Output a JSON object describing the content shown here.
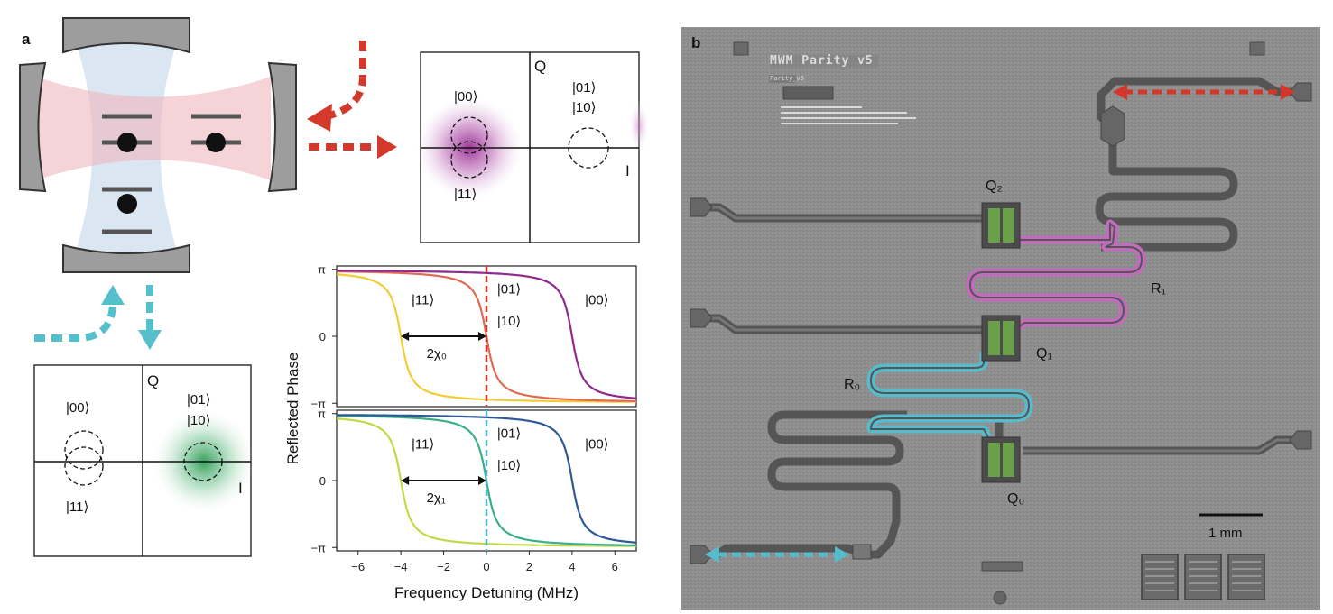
{
  "panels": {
    "a": {
      "label": "a"
    },
    "b": {
      "label": "b"
    }
  },
  "iq_top": {
    "axis_q": "Q",
    "axis_i": "I",
    "state_00": "|00⟩",
    "state_01": "|01⟩",
    "state_10": "|10⟩",
    "state_11": "|11⟩",
    "glow_color": "#a0309a"
  },
  "iq_bottom": {
    "axis_q": "Q",
    "axis_i": "I",
    "state_00": "|00⟩",
    "state_01": "|01⟩",
    "state_10": "|10⟩",
    "state_11": "|11⟩",
    "glow_color": "#2ea05a"
  },
  "arrows": {
    "red": "#d33a2c",
    "cyan": "#56bfcc"
  },
  "chart_data": [
    {
      "type": "line",
      "xlim": [
        -7,
        7
      ],
      "ylim": [
        -3.3,
        3.3
      ],
      "yticks": [
        "π",
        "0",
        "−π"
      ],
      "series": [
        {
          "name": "|11⟩",
          "color": "#f2cc35",
          "center": -4,
          "sign": -1
        },
        {
          "name": "|01⟩ |10⟩",
          "color": "#e06a52",
          "center": 0,
          "sign": -1
        },
        {
          "name": "|00⟩",
          "color": "#8e2a8c",
          "center": 4,
          "sign": -1
        }
      ],
      "labels": {
        "s11": "|11⟩",
        "s01": "|01⟩",
        "s10": "|10⟩",
        "s00": "|00⟩",
        "chi": "2χ₀"
      },
      "marker": {
        "x": 0,
        "color": "#d3362a"
      }
    },
    {
      "type": "line",
      "xlim": [
        -7,
        7
      ],
      "ylim": [
        -3.3,
        3.3
      ],
      "yticks": [
        "π",
        "0",
        "−π"
      ],
      "xticks": [
        "−6",
        "−4",
        "−2",
        "0",
        "2",
        "4",
        "6"
      ],
      "xlabel": "Frequency Detuning (MHz)",
      "ylabel": "Reflected Phase",
      "series": [
        {
          "name": "|11⟩",
          "color": "#c3d84a",
          "center": -4,
          "sign": -1
        },
        {
          "name": "|01⟩ |10⟩",
          "color": "#3bae8c",
          "center": 0,
          "sign": -1
        },
        {
          "name": "|00⟩",
          "color": "#2f5896",
          "center": 4,
          "sign": -1
        }
      ],
      "labels": {
        "s11": "|11⟩",
        "s01": "|01⟩",
        "s10": "|10⟩",
        "s00": "|00⟩",
        "chi": "2χ₁"
      },
      "marker": {
        "x": 0,
        "color": "#4fbdc9"
      }
    }
  ],
  "chip": {
    "title": "MWM Parity v5",
    "subtitle": "Parity_v5",
    "qubits": [
      "Q₂",
      "Q₁",
      "Q₀"
    ],
    "resonators": [
      "R₁",
      "R₀"
    ],
    "scale_bar": "1 mm",
    "colors": {
      "background": "#8f8f8f",
      "trace": "#5a5a5a",
      "magenta": "#c26bbd",
      "cyan": "#56bccc",
      "pad": "#6aa04a"
    }
  }
}
